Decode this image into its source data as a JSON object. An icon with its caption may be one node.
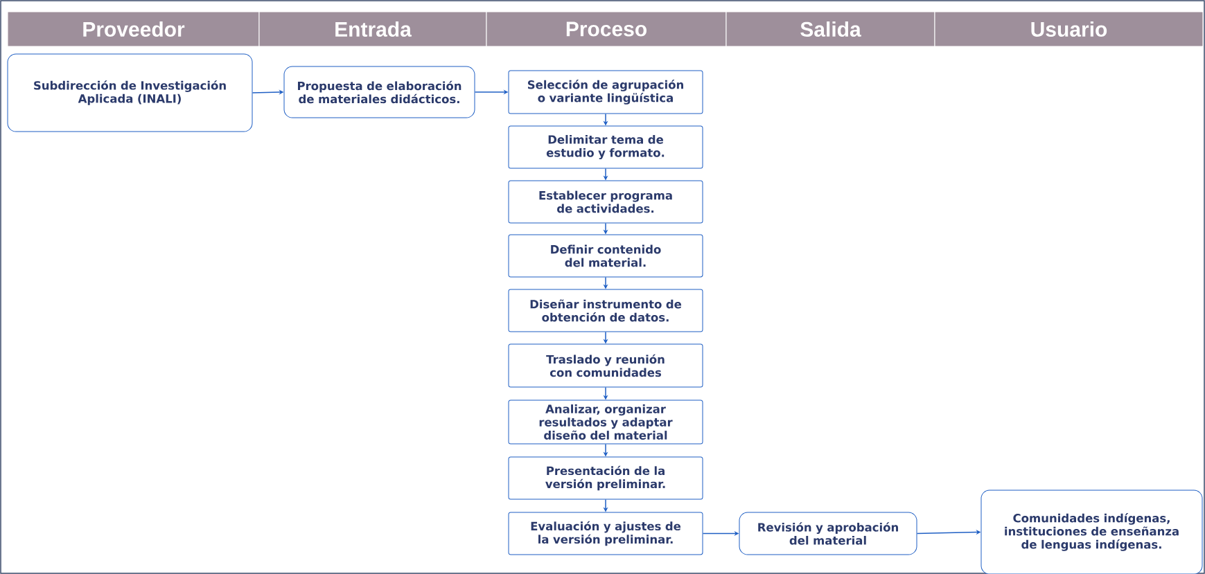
{
  "diagram": {
    "nodes": [
      {
        "text": [
          "Proveedor"
        ]
      },
      {
        "text": [
          "Entrada"
        ]
      },
      {
        "text": [
          "Proceso"
        ]
      },
      {
        "text": [
          "Salida"
        ]
      },
      {
        "text": [
          "Usuario"
        ]
      },
      {
        "text": [
          "Subdirección de Investigación Aplicada (INALI)"
        ]
      },
      {
        "text": [
          "Propuesta de elaboración de materiales didácticos."
        ]
      },
      {
        "text": [
          "Selección de agrupación o variante lingüística"
        ]
      },
      {
        "text": [
          "Delimitar tema de estudio y formato."
        ]
      },
      {
        "text": [
          "Establecer programa de actividades."
        ]
      },
      {
        "text": [
          "Definir contenido del material."
        ]
      },
      {
        "text": [
          "Diseñar instrumento de obtención de datos."
        ]
      },
      {
        "text": [
          "Traslado y reunión con comunidades"
        ]
      },
      {
        "text": [
          "Analizar, organizar resultados y adaptar diseño del material"
        ]
      },
      {
        "text": [
          "Presentación de la versión preliminar."
        ]
      },
      {
        "text": [
          "Evaluación y ajustes de la versión preliminar."
        ]
      },
      {
        "text": [
          "Revisión y aprobación del material"
        ]
      },
      {
        "text": [
          "Comunidades indígenas, instituciones de enseñanza de lenguas indígenas."
        ]
      }
    ],
    "edges": [
      {
        "from": 5,
        "to": 6,
        "arrow": "to"
      },
      {
        "from": 6,
        "to": 7,
        "arrow": "to"
      },
      {
        "from": 7,
        "to": 8,
        "arrow": "to"
      },
      {
        "from": 8,
        "to": 9,
        "arrow": "to"
      },
      {
        "from": 9,
        "to": 10,
        "arrow": "to"
      },
      {
        "from": 10,
        "to": 11,
        "arrow": "to"
      },
      {
        "from": 11,
        "to": 12,
        "arrow": "to"
      },
      {
        "from": 12,
        "to": 13,
        "arrow": "to"
      },
      {
        "from": 13,
        "to": 14,
        "arrow": "to"
      },
      {
        "from": 14,
        "to": 15,
        "arrow": "to"
      },
      {
        "from": 15,
        "to": 16,
        "arrow": "to"
      },
      {
        "from": 16,
        "to": 17,
        "arrow": "to"
      }
    ]
  }
}
